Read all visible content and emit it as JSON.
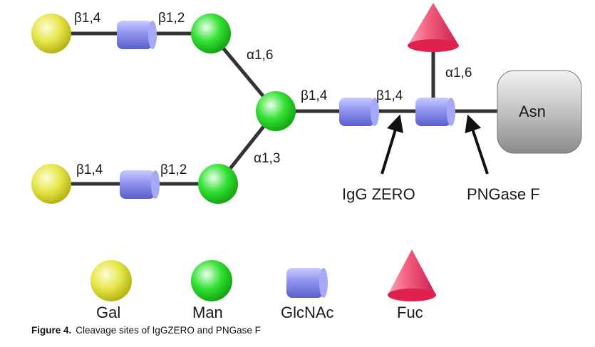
{
  "bond_labels": {
    "top_gal_glcnac": "β1,4",
    "top_glcnac_man": "β1,2",
    "bottom_gal_glcnac": "β1,4",
    "bottom_glcnac_man": "β1,2",
    "upper_branch": "α1,6",
    "lower_branch": "α1,3",
    "core_man_glcnac": "β1,4",
    "core_glcnac_glcnac": "β1,4",
    "fucose_link": "α1,6"
  },
  "asn_label": "Asn",
  "cleavage_labels": {
    "igg_zero": "IgG ZERO",
    "pngase_f": "PNGase F"
  },
  "legend": [
    {
      "symbol": "gal-sphere-icon",
      "label": "Gal"
    },
    {
      "symbol": "man-sphere-icon",
      "label": "Man"
    },
    {
      "symbol": "glcnac-cylinder-icon",
      "label": "GlcNAc"
    },
    {
      "symbol": "fuc-cone-icon",
      "label": "Fuc"
    }
  ],
  "caption": {
    "number": "Figure 4.",
    "text": "Cleavage sites of IgGZERO and PNGase F"
  },
  "colors": {
    "gal": "#e8e84a",
    "man": "#33e033",
    "glcnac": "#8f93f0",
    "fuc": "#f0507a",
    "asn": "#b0b0b0"
  }
}
